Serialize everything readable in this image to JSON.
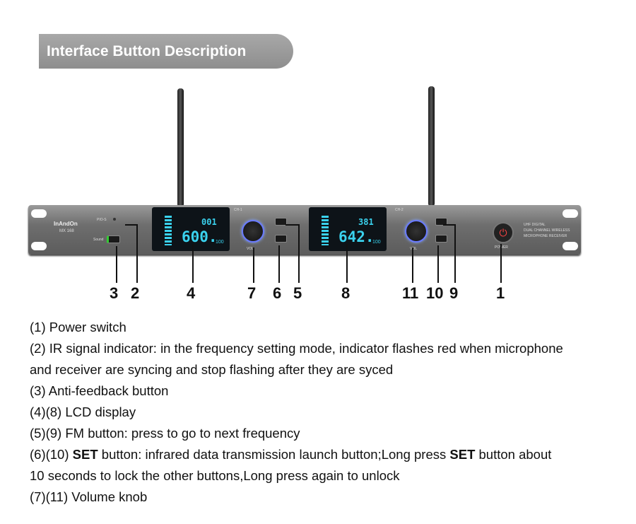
{
  "header": {
    "title": "Interface Button Description"
  },
  "device": {
    "brand": "InAndOn",
    "model": "MX 168",
    "ir_label": "PIO-S",
    "sound_label": "Sound",
    "ch1_label": "CH-1",
    "ch2_label": "CH-2",
    "vol_label": "VOL",
    "power_label": "POWER",
    "lcd1": {
      "freq": "600.",
      "channel": "001",
      "decimal": "100"
    },
    "lcd2": {
      "freq": "642.",
      "channel": "381",
      "decimal": "100"
    },
    "desc_lines": [
      "UHF DIGITAL",
      "DUAL CHANNEL WIRELESS",
      "MICROPHONE RECEIVER"
    ]
  },
  "callouts": [
    "3",
    "2",
    "4",
    "7",
    "6",
    "5",
    "8",
    "11",
    "10",
    "9",
    "1"
  ],
  "descriptions": [
    "(1)  Power switch",
    "(2)  IR signal indicator: in the frequency setting mode, indicator flashes red when microphone",
    "and receiver are syncing and stop flashing after they are syced",
    "(3)  Anti-feedback button",
    "(4)(8)  LCD display",
    "(5)(9)  FM button: press to go to next frequency",
    {
      "pre": "(6)(10)  ",
      "b1": "SET",
      "mid": " button: infrared data transmission launch button;Long press ",
      "b2": "SET",
      "post": " button about"
    },
    "10 seconds to lock the other buttons,Long press again to unlock",
    "(7)(11)  Volume knob"
  ]
}
